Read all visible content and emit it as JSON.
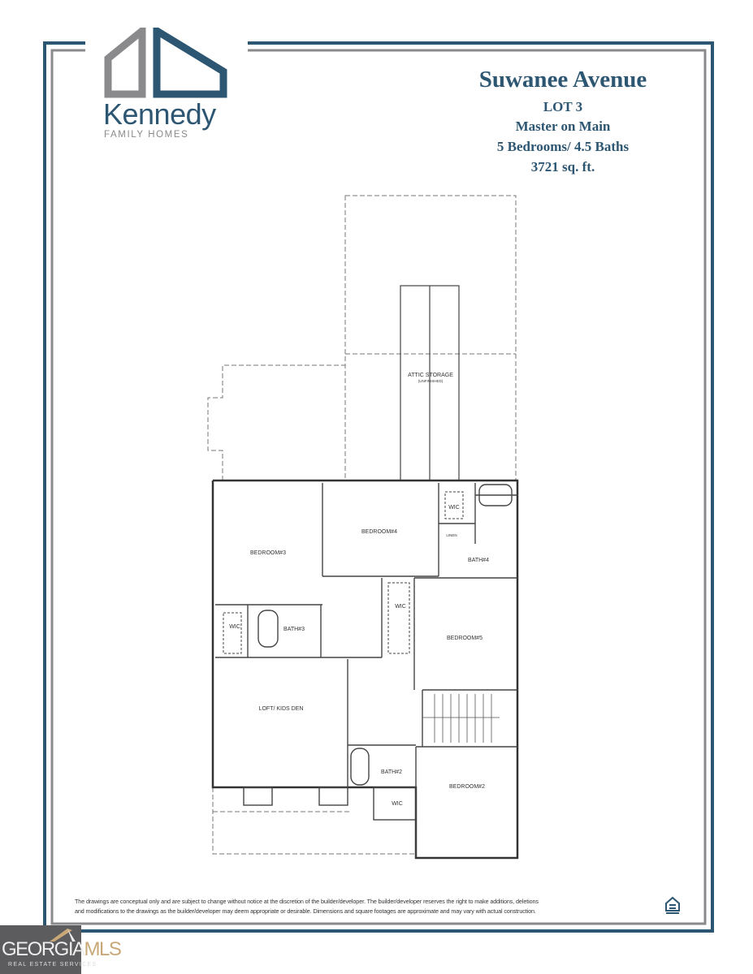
{
  "logo": {
    "brand": "Kennedy",
    "sub": "FAMILY HOMES",
    "colors": {
      "gray": "#8a8a8d",
      "blue": "#2d5672"
    }
  },
  "header": {
    "title": "Suwanee Avenue",
    "lot": "LOT 3",
    "feature": "Master on Main",
    "beds_baths": "5 Bedrooms/ 4.5 Baths",
    "sqft": "3721 sq. ft."
  },
  "plan": {
    "rooms": {
      "attic": "ATTIC STORAGE",
      "attic_note": "(UNFINISHED)",
      "bedroom3": "BEDROOM#3",
      "bedroom4": "BEDROOM#4",
      "bedroom5": "BEDROOM#5",
      "bedroom2": "BEDROOM#2",
      "wic4": "WIC",
      "linen": "LINEN",
      "bath4": "BATH#4",
      "wic3": "WIC",
      "bath3": "BATH#3",
      "wic5": "WIC",
      "loft": "LOFT/ KIDS DEN",
      "bath2": "BATH#2",
      "wic2": "WIC"
    }
  },
  "footer": {
    "disclaimer_1": "The drawings are conceptual only and are subject to change without notice at the discretion of the builder/developer. The builder/developer reserves the right to make additions, deletions",
    "disclaimer_2": "and modifications to the drawings as the builder/developer may deem appropriate or desirable. Dimensions and square footages are approximate and may vary with actual construction.",
    "eho_icon": "equal-housing-opportunity-icon"
  },
  "watermark": {
    "brand_a": "GEORGIA",
    "brand_b": "MLS",
    "sub": "REAL ESTATE SERVICES",
    "colors": {
      "bg": "#5c5c5e",
      "accent": "#c9a877"
    }
  },
  "colors": {
    "frame_blue": "#2d5672",
    "frame_gray": "#8a8a8d"
  }
}
